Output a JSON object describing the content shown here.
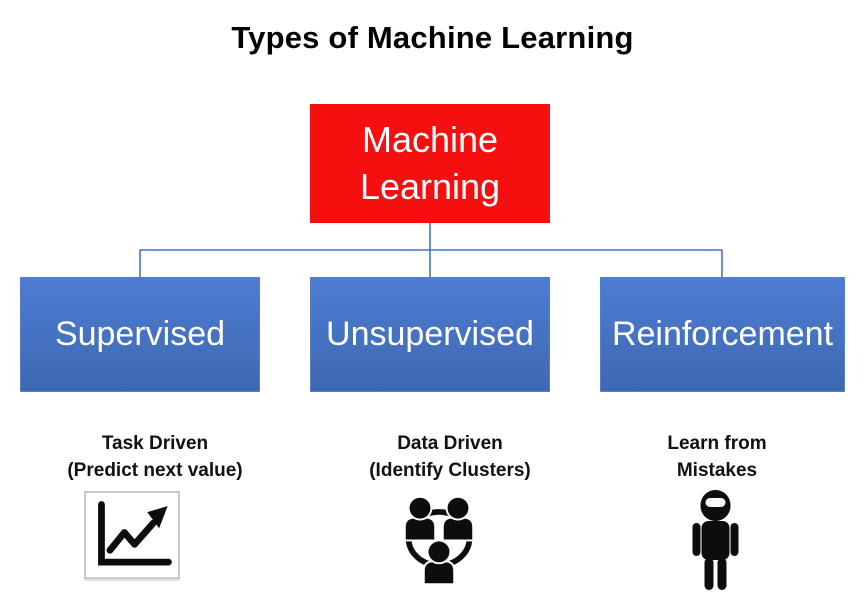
{
  "title": "Types of Machine Learning",
  "root": {
    "label": "Machine Learning"
  },
  "branches": [
    {
      "id": "supervised",
      "label": "Supervised",
      "caption_line1": "Task Driven",
      "caption_line2": "(Predict next value)",
      "icon": "line-chart-icon"
    },
    {
      "id": "unsupervised",
      "label": "Unsupervised",
      "caption_line1": "Data Driven",
      "caption_line2": "(Identify Clusters)",
      "icon": "people-cluster-icon"
    },
    {
      "id": "reinforcement",
      "label": "Reinforcement",
      "caption_line1": "Learn from",
      "caption_line2": "Mistakes",
      "icon": "robot-icon"
    }
  ],
  "colors": {
    "root_box": "#f50f0f",
    "branch_top": "#4e7cd2",
    "branch_bottom": "#3d68b2",
    "branch_border": "#5580c8",
    "connector": "#4472c4",
    "box_text": "#ffffff",
    "title_text": "#000000",
    "caption_text": "#111111",
    "icon_ink": "#0d0d0d",
    "chart_border": "#c9c9c9"
  }
}
